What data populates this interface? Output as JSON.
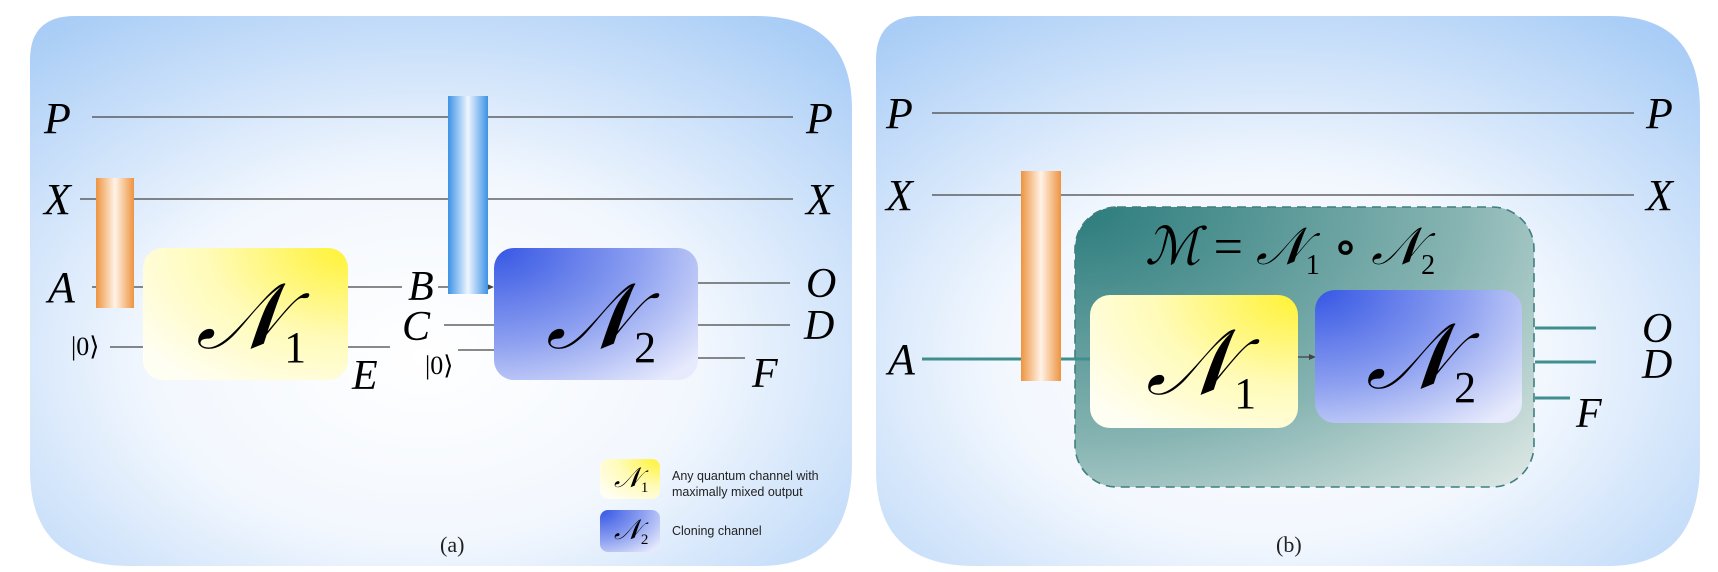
{
  "panel_a": {
    "caption": "(a)",
    "wire_labels": {
      "p_left": "P",
      "p_right": "P",
      "x_left": "X",
      "x_right": "X",
      "a_left": "A",
      "ket1": "|0⟩",
      "b": "B",
      "c": "C",
      "ket2": "|0⟩",
      "e": "E",
      "o": "O",
      "d": "D",
      "f": "F"
    },
    "box1": {
      "symbol": "𝒩",
      "sub": "1"
    },
    "box2": {
      "symbol": "𝒩",
      "sub": "2"
    },
    "legend": [
      {
        "symbol": "𝒩",
        "sub": "1",
        "line1": "Any quantum channel with",
        "line2": "maximally mixed output"
      },
      {
        "symbol": "𝒩",
        "sub": "2",
        "line1": "Cloning channel",
        "line2": ""
      }
    ]
  },
  "panel_b": {
    "caption": "(b)",
    "wire_labels": {
      "p_left": "P",
      "p_right": "P",
      "x_left": "X",
      "x_right": "X",
      "a_left": "A",
      "o": "O",
      "d": "D",
      "f": "F"
    },
    "composition": {
      "m": "ℳ",
      "eq": " = ",
      "n1": "𝒩",
      "n1_sub": "1",
      "circ": " ∘ ",
      "n2": "𝒩",
      "n2_sub": "2"
    },
    "box1": {
      "symbol": "𝒩",
      "sub": "1"
    },
    "box2": {
      "symbol": "𝒩",
      "sub": "2"
    }
  },
  "colors": {
    "wire": "#444444",
    "teal_wire": "#3f8f8f",
    "orange": "#f0a04b",
    "blue_gate": "#3f95e8",
    "yellow": "#fff34a",
    "blue_box": "#3b5be0",
    "teal_box": "#2f7f80"
  }
}
